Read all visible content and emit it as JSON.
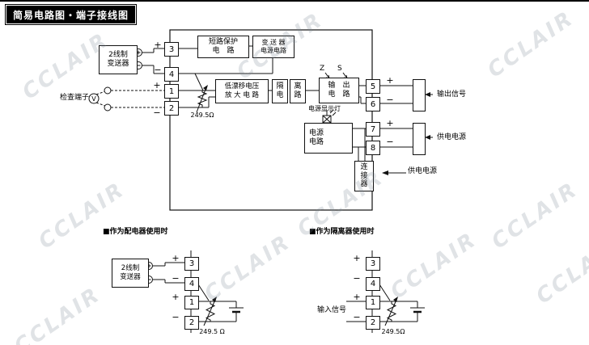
{
  "page": {
    "title": "简易电路图・端子接线图"
  },
  "watermark": "CCLAIR",
  "main": {
    "transmitter": [
      "2线制",
      "变送器"
    ],
    "check_label": "检查端子",
    "check_v": "V",
    "terminals": {
      "t3": "3",
      "t4": "4",
      "t1": "1",
      "t2": "2",
      "t5": "5",
      "t6": "6",
      "t7": "7",
      "t8": "8"
    },
    "boxes": {
      "short_protect": [
        "短路保护",
        "电　路"
      ],
      "tx_power": [
        "变 送 器",
        "电源电路"
      ],
      "amp": [
        "低漂移电压",
        "放 大 电 路"
      ],
      "iso_a": [
        "隔",
        "电"
      ],
      "iso_b": [
        "离",
        "路"
      ],
      "output": [
        "输　出",
        "电　路"
      ],
      "power": [
        "电源",
        "电路"
      ],
      "connector": [
        "连",
        "接",
        "器"
      ]
    },
    "labels": {
      "z": "Z",
      "s": "S",
      "power_lamp": "电源显示灯",
      "shunt": "249.5Ω",
      "output_signal": "输出信号",
      "supply_power": "供电电源",
      "connector_supply": "供电电源",
      "plus": "+",
      "minus": "−"
    }
  },
  "sub_left": {
    "title": "■作为配电器使用时",
    "transmitter": [
      "2线制",
      "变送器"
    ],
    "terminals": [
      "3",
      "4",
      "1",
      "2"
    ],
    "shunt": "249.5 Ω"
  },
  "sub_right": {
    "title": "■作为隔离器使用时",
    "input_label": "输入信号",
    "terminals": [
      "3",
      "4",
      "1",
      "2"
    ],
    "shunt": "249.5Ω"
  }
}
